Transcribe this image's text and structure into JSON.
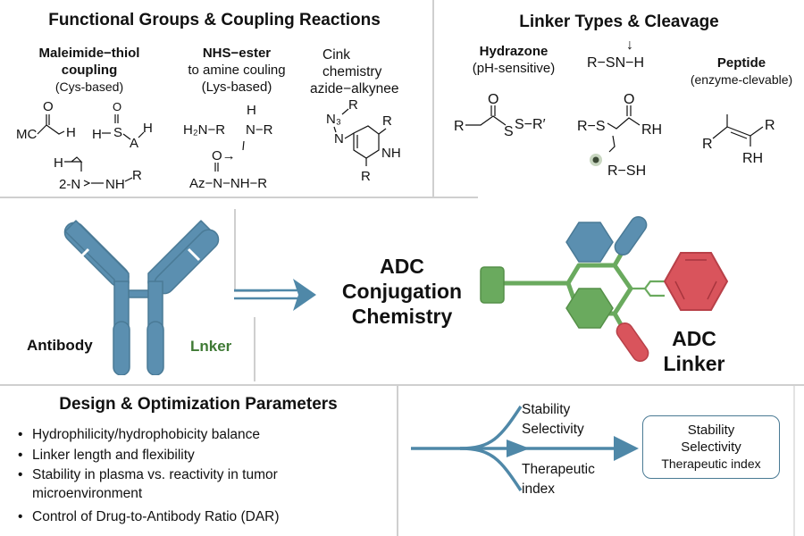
{
  "sections": {
    "functional_groups": {
      "title": "Functional Groups & Coupling Reactions",
      "columns": [
        {
          "heading_line1": "Maleimide−thiol",
          "heading_line2": "coupling",
          "note": "(Cys-based)"
        },
        {
          "heading_line1": "NHS−ester",
          "note_line1": "to amine couling",
          "note_line2": "(Lys-based)"
        },
        {
          "note_line1": "Cink",
          "note_line2": "chemistry",
          "note_line3": "azide−alkynee"
        }
      ],
      "structures": {
        "mc": "MC",
        "h1": "H",
        "o1": "O",
        "h_s": "H",
        "s1": "S",
        "a1": "A",
        "h2": "H",
        "h3": "H",
        "n2": "2-N",
        "nh_r": "NH",
        "r1": "R",
        "h2n": "H₂N−R",
        "nh_top": "H",
        "n_r": "N−R",
        "o_arrow": "O→",
        "az": "Az−N−NH−R",
        "n3": "N₃",
        "r_n3": "R",
        "n_link": "N",
        "r_ring1": "R",
        "nh_ring": "NH",
        "r_ring2": "R"
      }
    },
    "linker_types": {
      "title": "Linker Types & Cleavage",
      "hydrazone": {
        "heading": "Hydrazone",
        "note": "(pH-sensitive)"
      },
      "disulfide_label": "R−SN−H",
      "peptide": {
        "heading": "Peptide",
        "note": "(enzyme-clevable)"
      },
      "structures": {
        "r1": "R",
        "o1": "O",
        "s1": "S",
        "s2": "S−R′",
        "r2": "R−S",
        "o2": "O",
        "rh1": "RH",
        "r_sh": "R−SH",
        "r3": "R",
        "r4": "R",
        "rh2": "RH"
      }
    },
    "center": {
      "antibody_label": "Antibody",
      "linker_label": "Lnker",
      "main_title_line1": "ADC",
      "main_title_line2": "Conjugation",
      "main_title_line3": "Chemistry",
      "adc_label_line1": "ADC",
      "adc_label_line2": "Linker"
    },
    "design": {
      "title": "Design & Optimization Parameters",
      "bullets": [
        "Hydrophilicity/hydrophobicity balance",
        "Linker length and flexibility",
        "Stability in plasma vs.  reactivity in tumor microenvironment",
        "Control of Drug-to-Antibody Ratio (DAR)"
      ]
    },
    "outcomes": {
      "branch_labels": [
        "Stability",
        "Selectivity",
        "Therapeutic",
        "index"
      ],
      "result_box": [
        "Stability",
        "Selectivity",
        "Therapeutic index"
      ]
    }
  },
  "colors": {
    "antibody_blue": "#5b8fb0",
    "linker_green": "#6aaa5e",
    "linker_text_green": "#3f7a35",
    "drug_red": "#d9545c",
    "arrow_blue": "#4f88a8",
    "divider": "#cfcfcf"
  }
}
